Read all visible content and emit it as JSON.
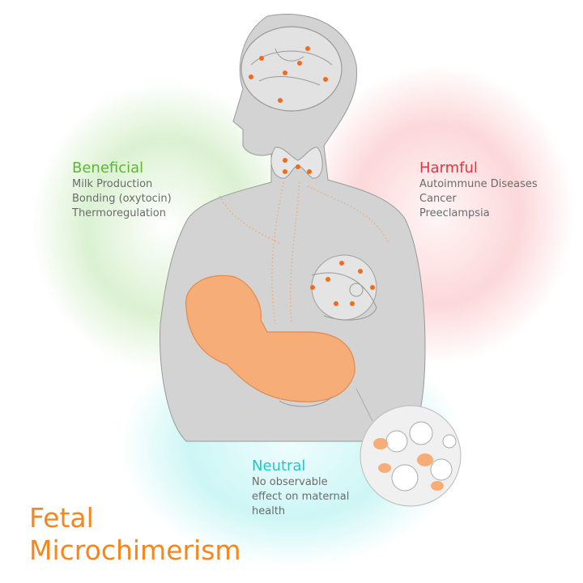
{
  "beneficial": {
    "title": "Beneficial",
    "color": "#5cb82e",
    "items": [
      "Milk Production",
      "Bonding (oxytocin)",
      "Thermoregulation"
    ]
  },
  "harmful": {
    "title": "Harmful",
    "color": "#e8353b",
    "items": [
      "Autoimmune Diseases",
      "Cancer",
      "Preeclampsia"
    ]
  },
  "neutral": {
    "title": "Neutral",
    "color": "#1cc9c9",
    "items": [
      "No observable",
      "effect on maternal",
      "health"
    ]
  },
  "title": {
    "line1": "Fetal",
    "line2": "Microchimerism",
    "color": "#f7861c"
  }
}
